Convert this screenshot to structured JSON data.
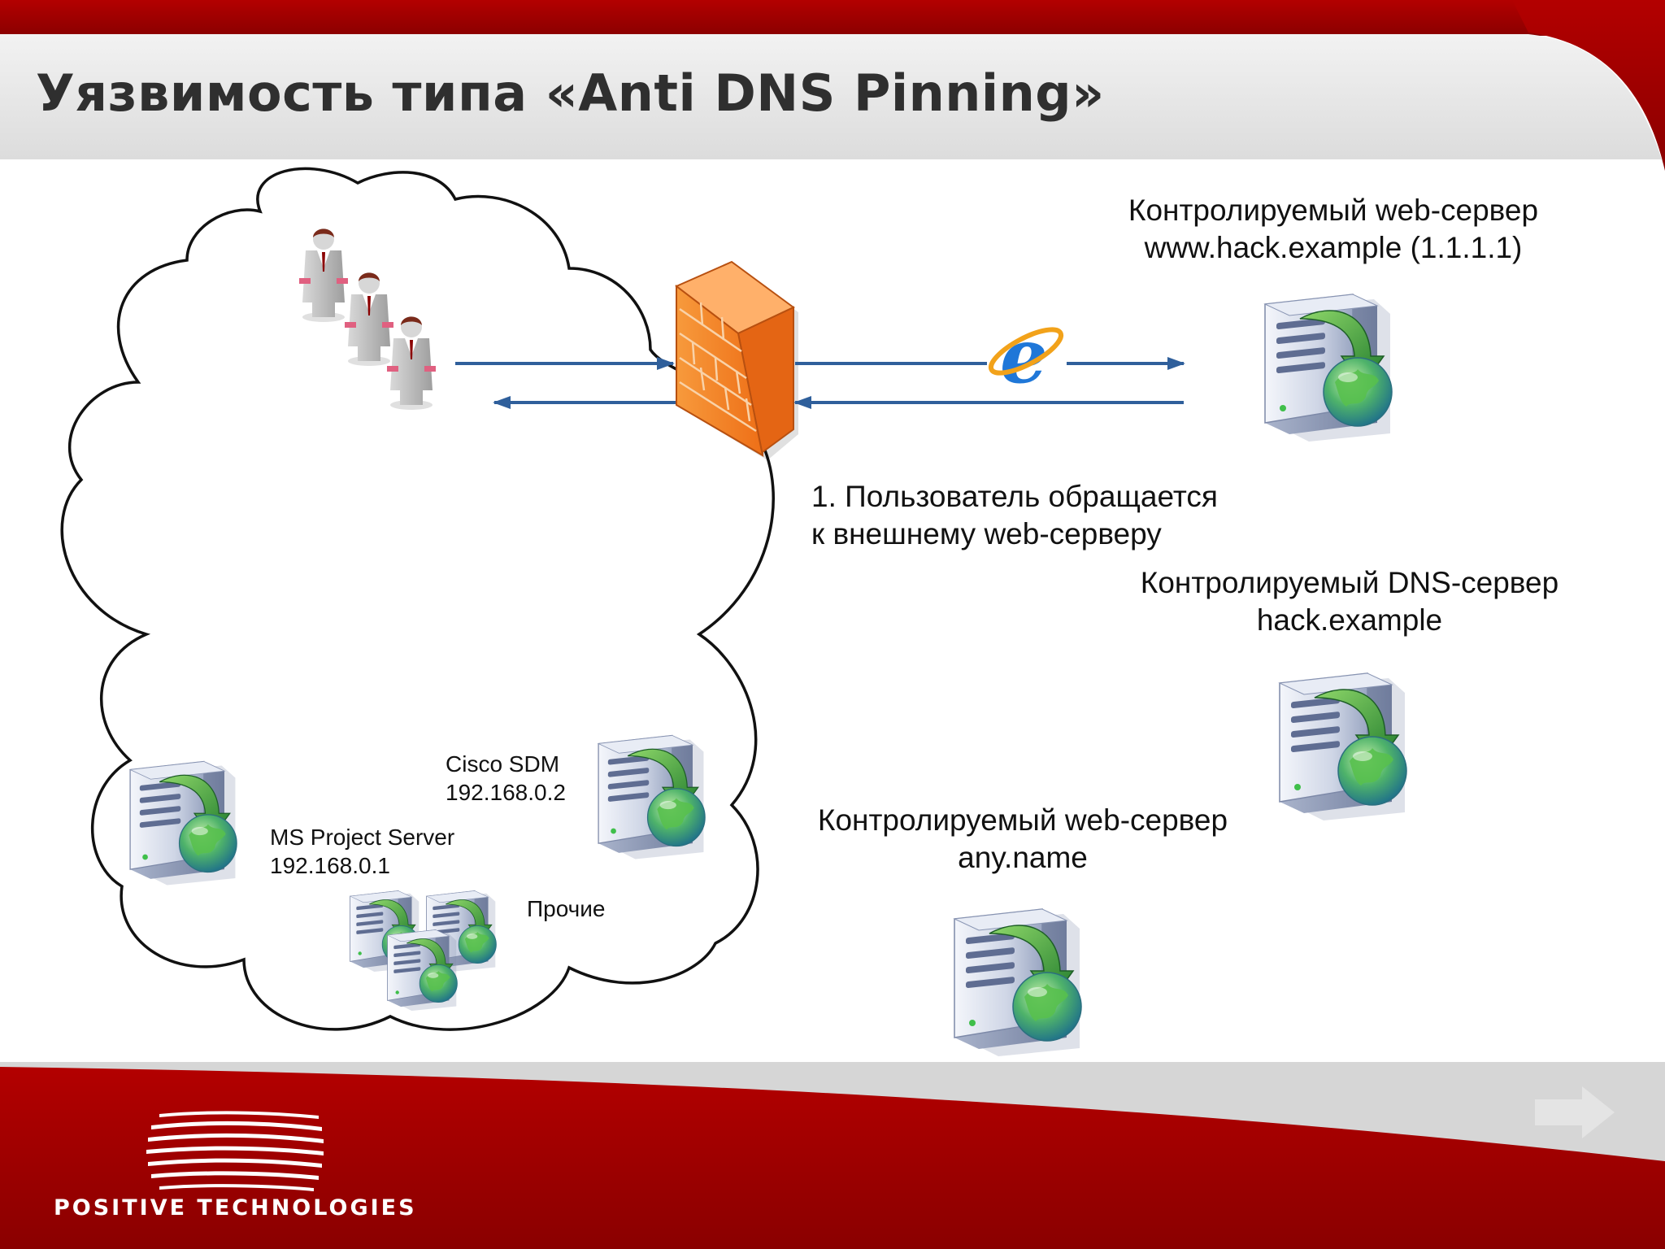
{
  "slide": {
    "title": "Уязвимость типа «Anti DNS Pinning»"
  },
  "labels": {
    "web_server_top": [
      "Контролируемый web-сервер",
      "www.hack.example (1.1.1.1)"
    ],
    "step_1": [
      "1. Пользователь обращается",
      "к внешнему web-серверу"
    ],
    "dns_server": [
      "Контролируемый DNS-сервер",
      "hack.example"
    ],
    "web_server_any": [
      "Контролируемый web-сервер",
      "any.name"
    ],
    "cisco_sdm": [
      "Cisco SDM",
      "192.168.0.2"
    ],
    "ms_project": [
      "MS Project Server",
      "192.168.0.1"
    ],
    "others": "Прочие"
  },
  "footer": {
    "brand": "POSITIVE  TECHNOLOGIES"
  },
  "icons": {
    "users": "users-group-icon",
    "firewall": "firewall-icon",
    "browser": "internet-explorer-icon",
    "server": "web-server-icon",
    "next": "next-arrow-icon",
    "logo": "positive-technologies-logo"
  },
  "colors": {
    "brand_red": "#9b0000",
    "arrow_blue": "#2f5f9b",
    "firewall_orange": "#f07820",
    "title_bar_gray": "#e4e4e4"
  }
}
